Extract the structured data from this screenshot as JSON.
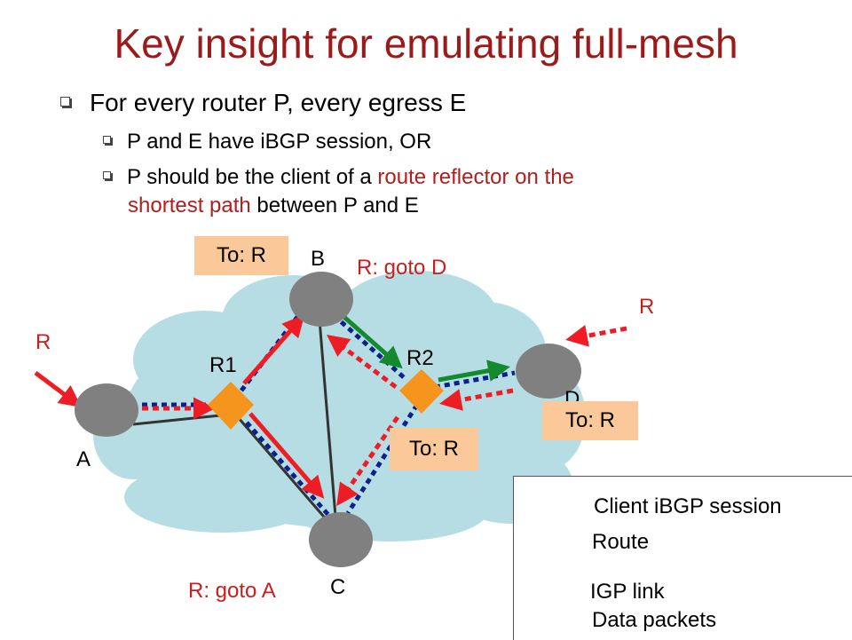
{
  "title": "Key insight for emulating full-mesh",
  "bullets": {
    "main": "For every router P, every egress E",
    "sub1": "P and E have iBGP session, OR",
    "sub2_a": "P should be the client of a ",
    "sub2_red1": "route reflector on the",
    "sub2_red2": "shortest path",
    "sub2_b": " between P and E"
  },
  "nodes": {
    "A": "A",
    "B": "B",
    "C": "C",
    "D": "D",
    "R1": "R1",
    "R2": "R2"
  },
  "labels": {
    "r_left": "R",
    "r_right": "R",
    "goto_d": "R: goto D",
    "goto_a": "R: goto A"
  },
  "tags": {
    "tag_b": "To: R",
    "tag_d": "To: R",
    "tag_c": "To: R"
  },
  "legend": {
    "client": "Client iBGP session",
    "route": "Route",
    "igp": "IGP link",
    "data": "Data packets"
  },
  "colors": {
    "title": "#9b1b1b",
    "cloud": "#b7dde4",
    "node": "#808080",
    "reflector": "#f5951e",
    "client_session": "#0b1f8f",
    "route": "#ee1c24",
    "data": "#138a2e",
    "tag": "#fbc89a"
  }
}
